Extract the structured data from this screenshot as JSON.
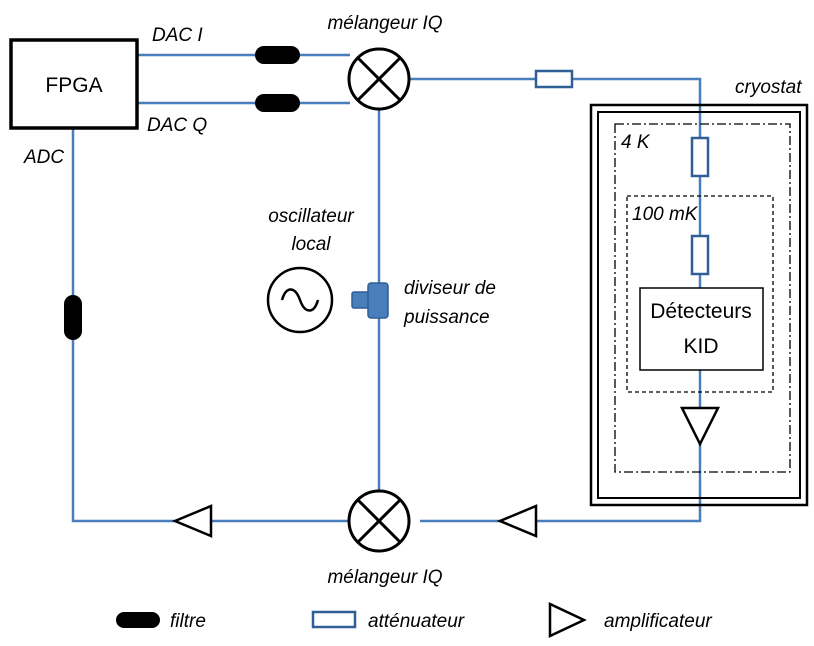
{
  "colors": {
    "wire": "#4a7ebb",
    "wire_dark": "#2f5f95",
    "component_fill": "#4a7ebb",
    "filter_fill": "#000000",
    "ink": "#000000",
    "background": "#ffffff"
  },
  "blocks": {
    "fpga": "FPGA",
    "detector_line1": "Détecteurs",
    "detector_line2": "KID"
  },
  "labels": {
    "dac_i": "DAC I",
    "dac_q": "DAC Q",
    "adc": "ADC",
    "mixer_top": "mélangeur IQ",
    "mixer_bottom": "mélangeur IQ",
    "oscillator_line1": "oscillateur",
    "oscillator_line2": "local",
    "splitter_line1": "diviseur de",
    "splitter_line2": "puissance",
    "cryostat": "cryostat",
    "stage_4k": "4 K",
    "stage_100mk": "100 mK"
  },
  "legend": {
    "filter": "filtre",
    "attenuator": "atténuateur",
    "amplifier": "amplificateur"
  },
  "icons": {
    "mixer": "mixer-icon",
    "oscillator": "sine-source-icon",
    "splitter": "power-splitter-icon",
    "filter": "filter-icon",
    "attenuator": "attenuator-icon",
    "amplifier": "amplifier-triangle-icon"
  }
}
